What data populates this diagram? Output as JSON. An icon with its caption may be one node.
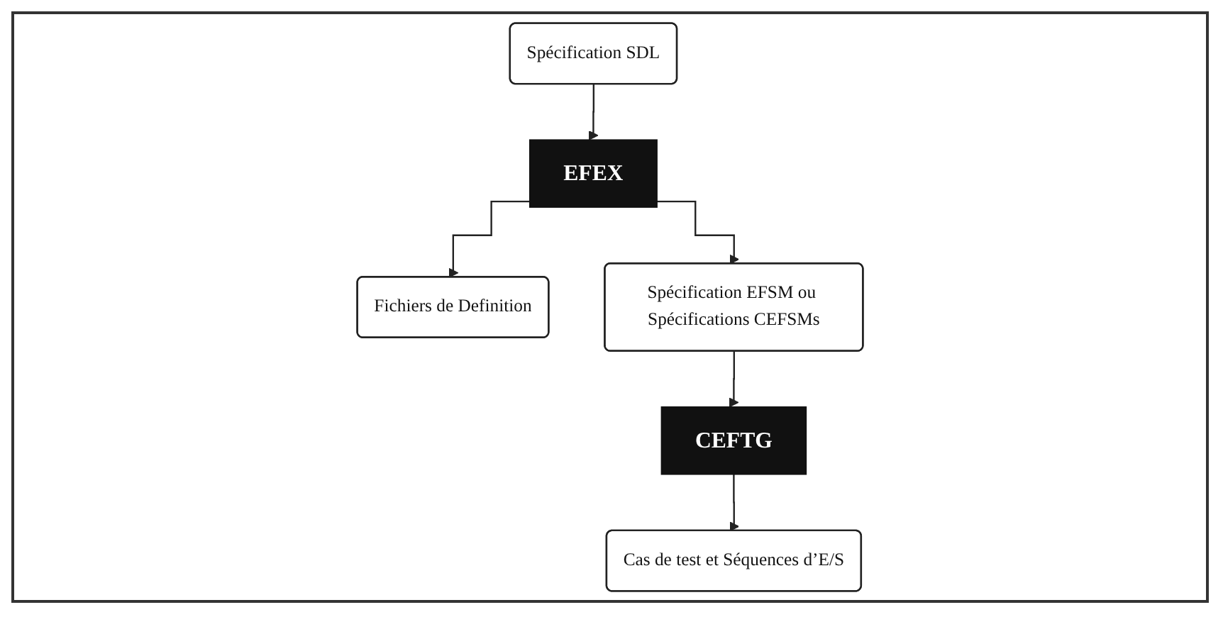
{
  "diagram": {
    "nodes": [
      {
        "text": [
          "Spécification SDL"
        ]
      },
      {
        "text": [
          "EFEX"
        ]
      },
      {
        "text": [
          "Fichiers de Definition"
        ]
      },
      {
        "text": [
          "Spécification EFSM ou Spécifications CEFSMs"
        ]
      },
      {
        "text": [
          "CEFTG"
        ]
      },
      {
        "text": [
          "Cas de test et Séquences d’E/S"
        ]
      }
    ],
    "edges": [
      {
        "from": 0,
        "to": 1,
        "arrow": "to"
      },
      {
        "from": 1,
        "to": 2,
        "arrow": "to"
      },
      {
        "from": 1,
        "to": 3,
        "arrow": "to"
      },
      {
        "from": 3,
        "to": 4,
        "arrow": "to"
      },
      {
        "from": 4,
        "to": 5,
        "arrow": "to"
      }
    ]
  }
}
